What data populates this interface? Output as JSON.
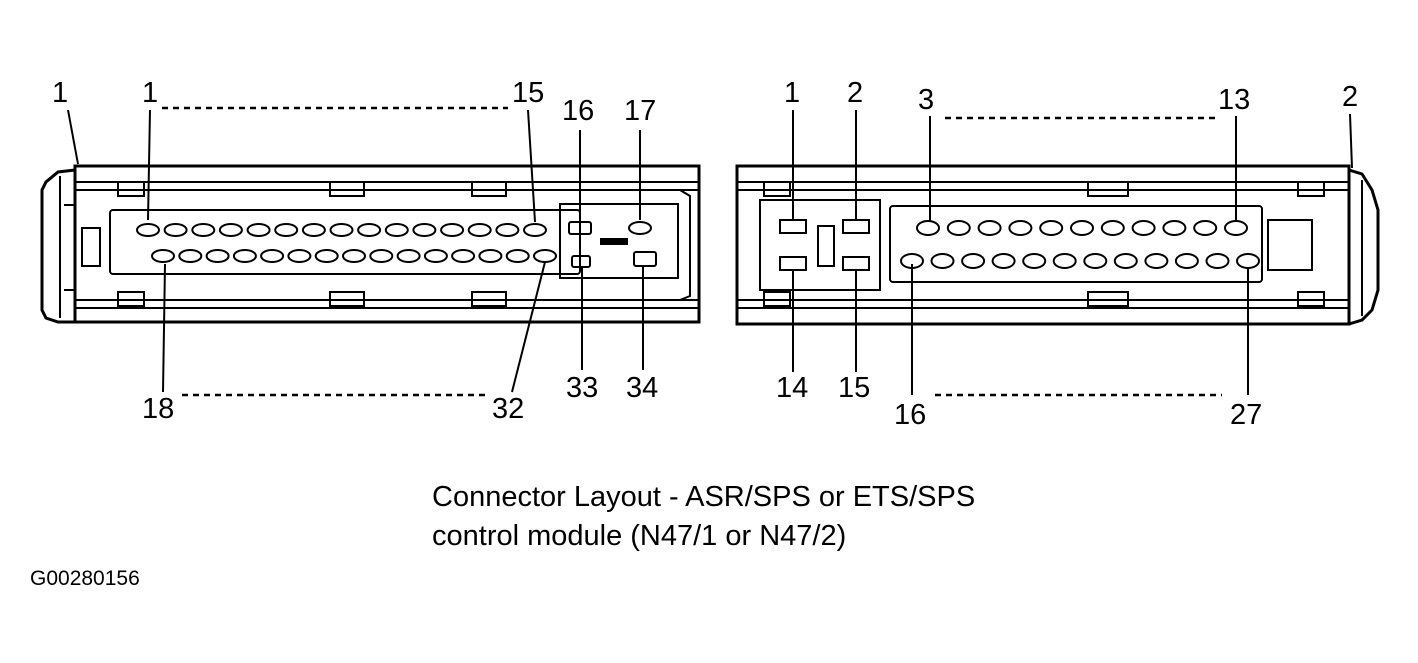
{
  "left_connector": {
    "housing_label": "1",
    "pin_labels": {
      "p1": "1",
      "p15": "15",
      "p16": "16",
      "p17": "17",
      "p18": "18",
      "p32": "32",
      "p33": "33",
      "p34": "34"
    }
  },
  "right_connector": {
    "housing_label": "2",
    "pin_labels": {
      "p1": "1",
      "p2": "2",
      "p3": "3",
      "p13": "13",
      "p14": "14",
      "p15": "15",
      "p16": "16",
      "p27": "27"
    }
  },
  "caption": {
    "line1": "Connector Layout - ASR/SPS or ETS/SPS",
    "line2": "control module (N47/1 or N47/2)"
  },
  "figure_id": "G00280156"
}
